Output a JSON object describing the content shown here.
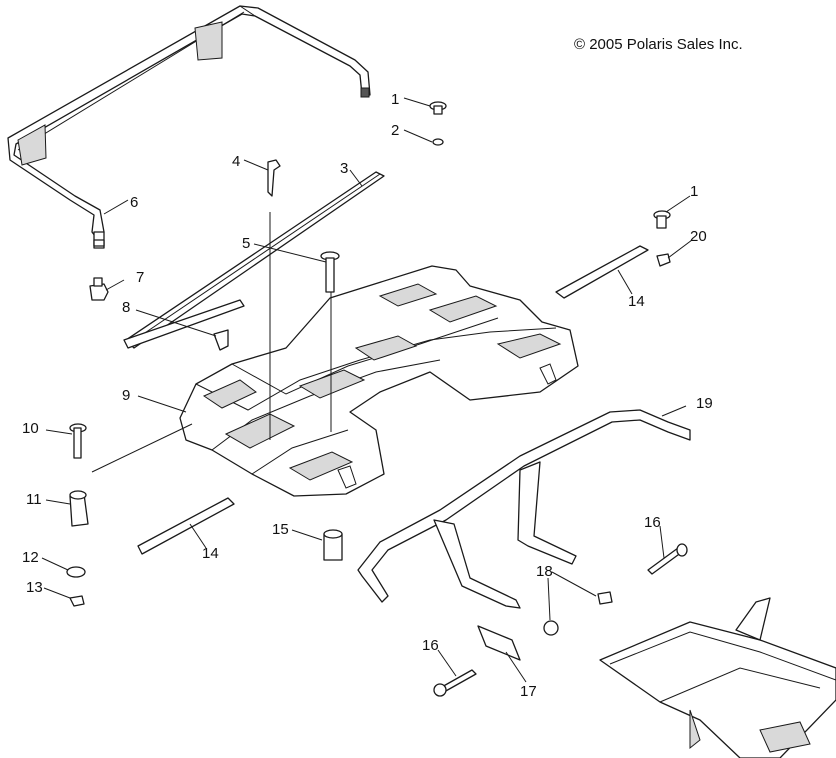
{
  "copyright": "© 2005 Polaris Sales Inc.",
  "callouts": [
    "1",
    "2",
    "4",
    "3",
    "1",
    "20",
    "6",
    "5",
    "7",
    "14",
    "8",
    "9",
    "19",
    "10",
    "11",
    "16",
    "15",
    "14",
    "12",
    "18",
    "13",
    "16",
    "17"
  ]
}
